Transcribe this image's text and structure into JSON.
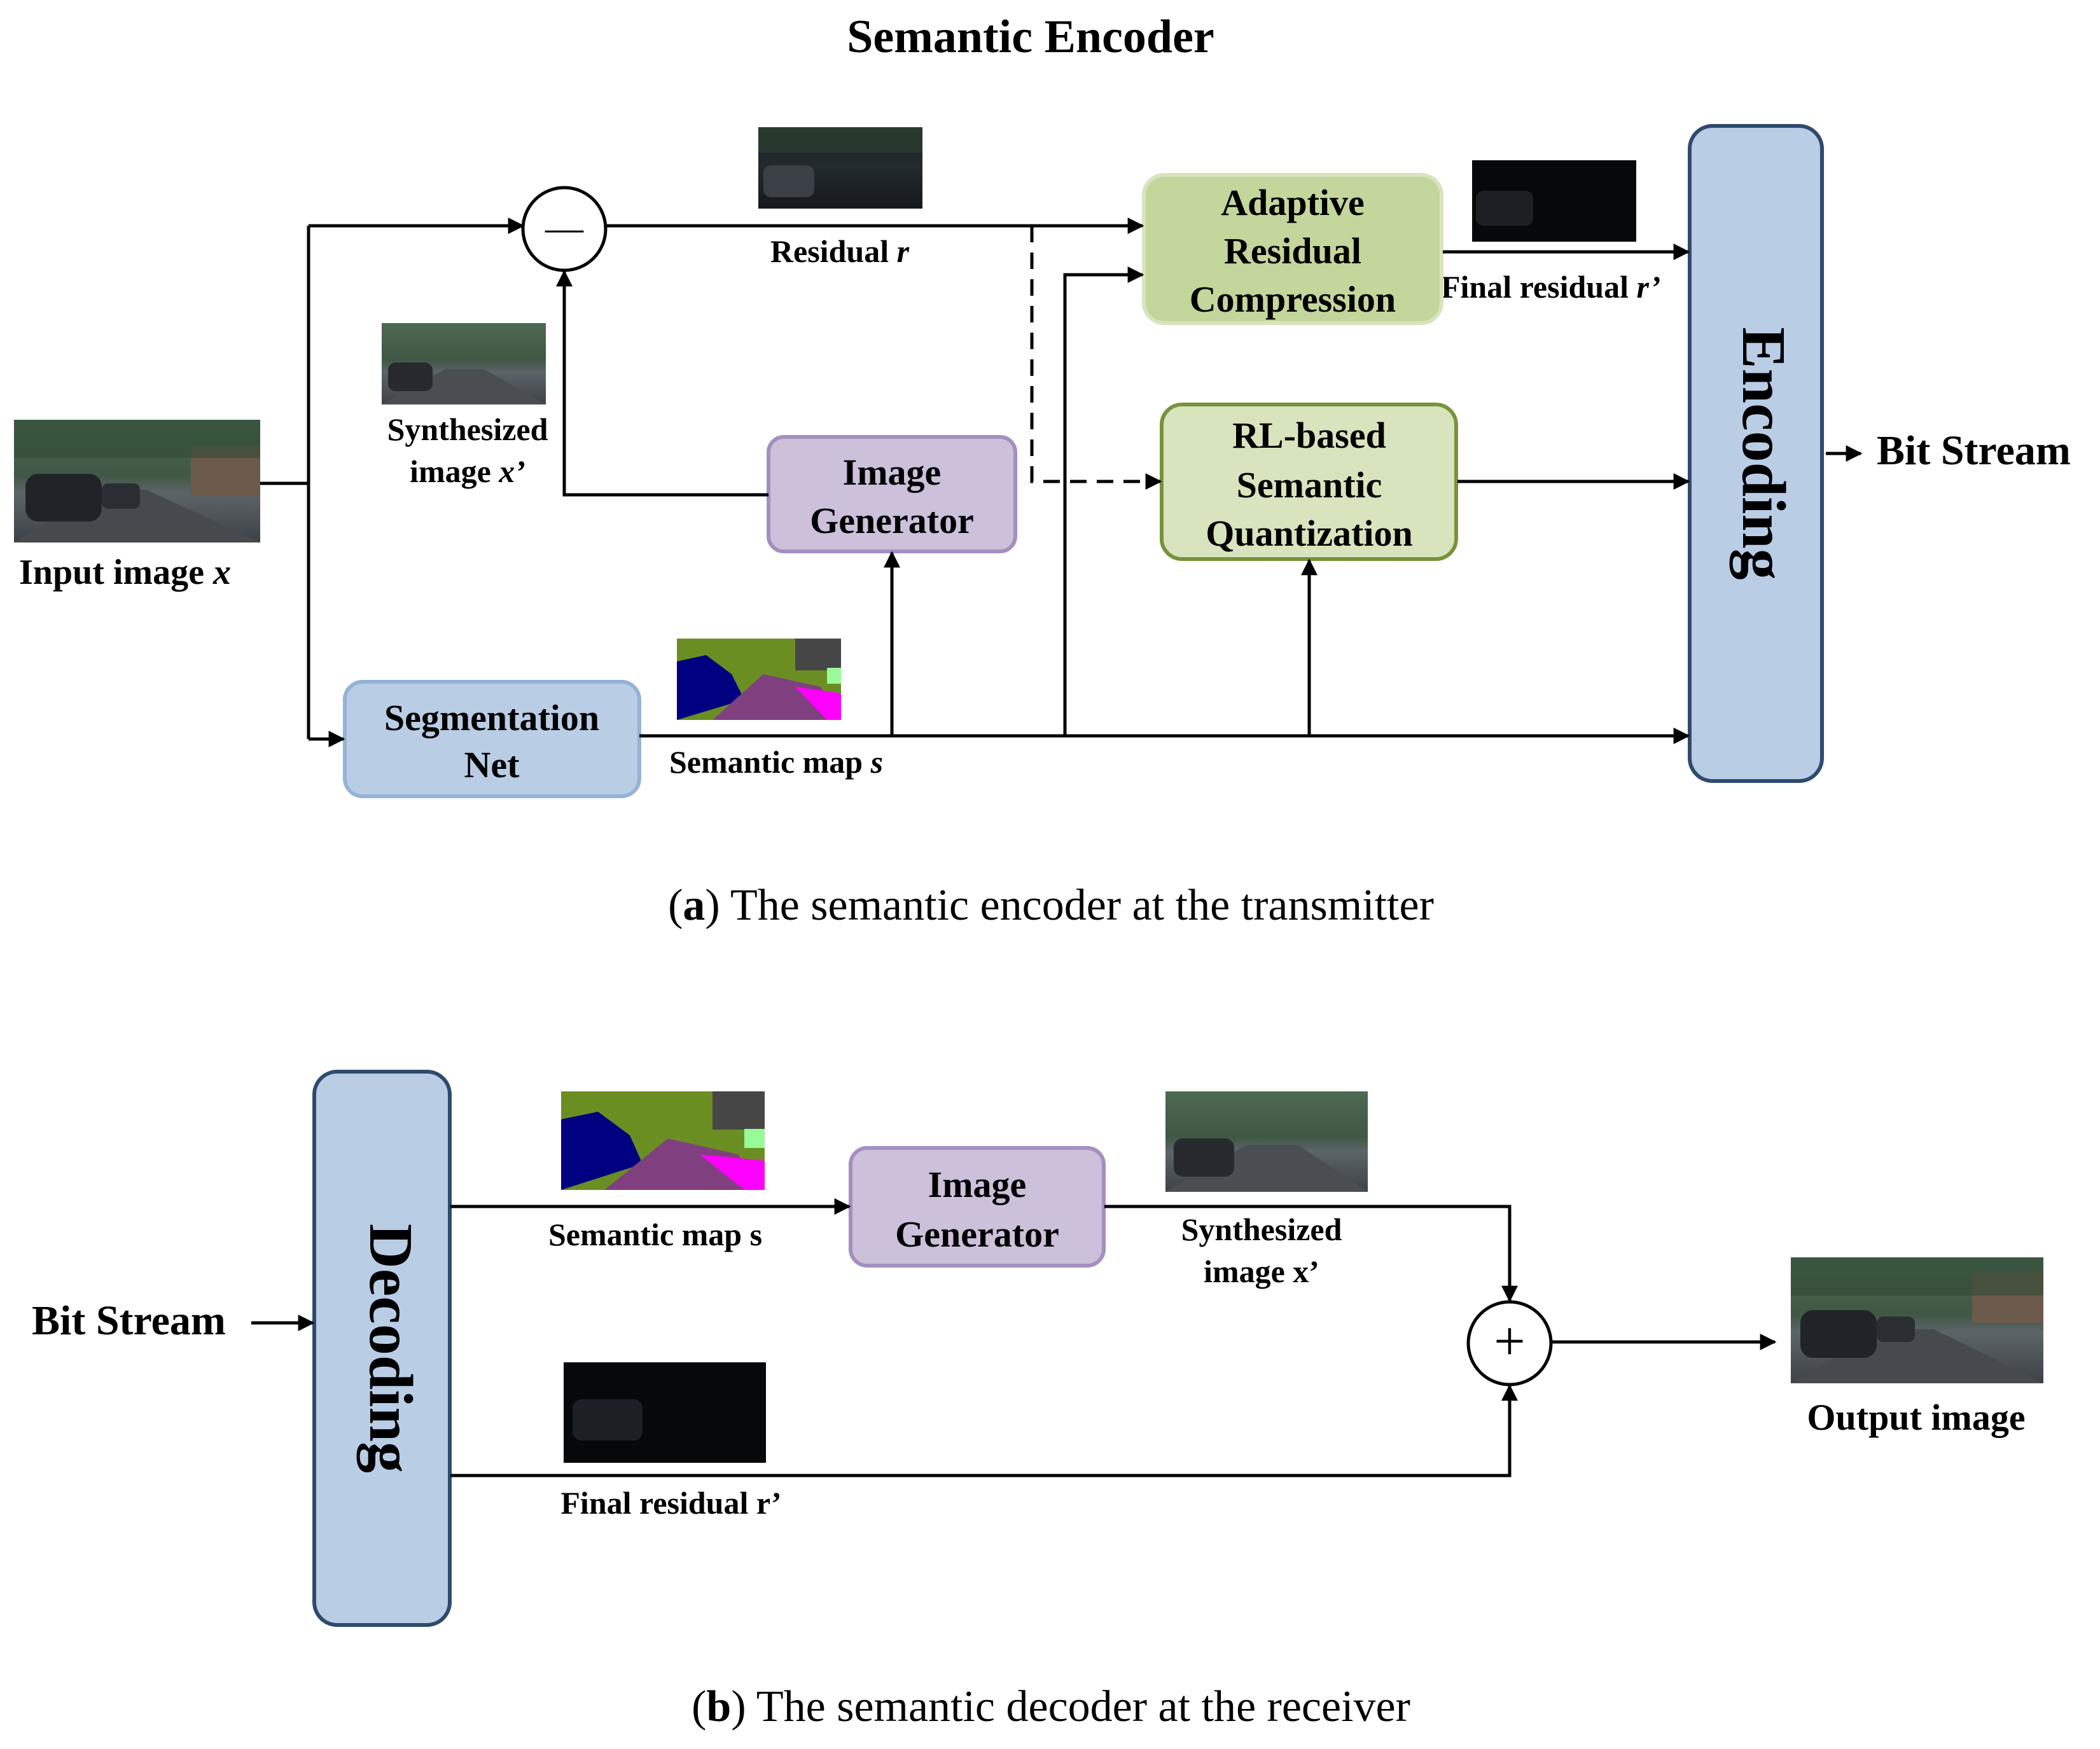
{
  "encoder": {
    "title": "Semantic Encoder",
    "input_label": "Input image",
    "input_var": "x",
    "synth_label_line1": "Synthesized",
    "synth_label_line2": "image",
    "synth_var": "x’",
    "residual_label": "Residual",
    "residual_var": "r",
    "final_residual_label": "Final residual",
    "final_residual_var": "r’",
    "semantic_map_label": "Semantic map",
    "semantic_map_var": "s",
    "seg_net": [
      "Segmentation",
      "Net"
    ],
    "image_generator": [
      "Image",
      "Generator"
    ],
    "adaptive": [
      "Adaptive",
      "Residual",
      "Compression"
    ],
    "rl": [
      "RL-based",
      "Semantic",
      "Quantization"
    ],
    "encoding": "Encoding",
    "bit_stream": "Bit Stream",
    "subtract_symbol": "—",
    "caption_letter": "a",
    "caption_text": " The semantic encoder at the transmitter"
  },
  "decoder": {
    "bit_stream": "Bit Stream",
    "decoding": "Decoding",
    "semantic_map_label": "Semantic map s",
    "image_generator": [
      "Image",
      "Generator"
    ],
    "synth_label_line1": "Synthesized",
    "synth_label_line2": "image x’",
    "final_residual_label": "Final residual r’",
    "output_label": "Output image",
    "add_symbol": "+",
    "caption_letter": "b",
    "caption_text": " The semantic decoder at the receiver"
  },
  "colors": {
    "blue_fill": "#b9cde5",
    "blue_stroke_dark": "#2e4a6e",
    "blue_stroke_light": "#95b3d7",
    "purple_fill": "#ccc0da",
    "purple_stroke": "#a48fc0",
    "green_fill": "#d7e4bd",
    "green_fill_alt": "#c3d69b",
    "green_stroke": "#77933c"
  }
}
